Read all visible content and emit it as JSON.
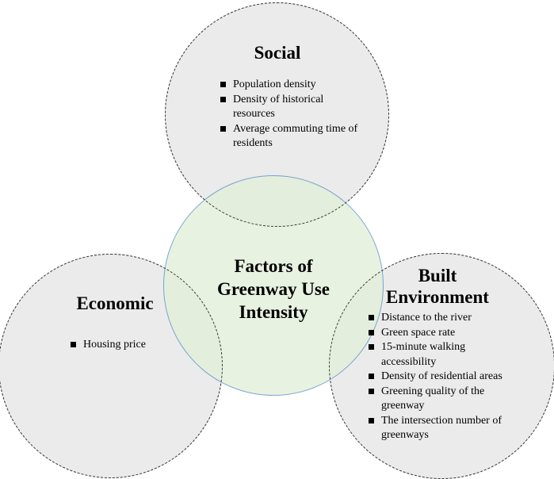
{
  "colors": {
    "outer_fill": "#dcdcdc",
    "outer_border": "#3a3a3a",
    "center_fill": "#e2efd9",
    "center_border": "#5b8fc7",
    "text": "#000000"
  },
  "center": {
    "title_lines": [
      "Factors of",
      "Greenway Use",
      "Intensity"
    ]
  },
  "social": {
    "title": "Social",
    "items": [
      "Population density",
      "Density of historical resources",
      "Average commuting time of residents"
    ]
  },
  "economic": {
    "title": "Economic",
    "items": [
      "Housing price"
    ]
  },
  "built": {
    "title_lines": [
      "Built",
      "Environment"
    ],
    "items": [
      "Distance to the river",
      "Green space rate",
      "15-minute walking accessibility",
      "Density of residential areas",
      "Greening quality of the greenway",
      "The intersection number of greenways"
    ]
  },
  "icons": {
    "bullet": "square-bullet-icon"
  }
}
